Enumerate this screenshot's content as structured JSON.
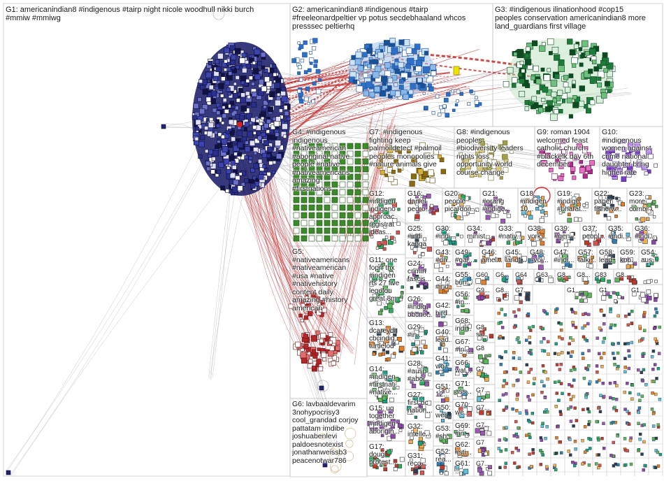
{
  "groups": [
    {
      "id": "G1",
      "text": "G1: americanindian8 #indigenous #tairp night nicole woodhull nikki burch\n#mmiw #mmiwg"
    },
    {
      "id": "G2",
      "text": "G2: americanindian8 #indigenous #tairp\n#freeleonardpeltier vp potus secdebhaaland whcos\npresssec peltierhq"
    },
    {
      "id": "G3",
      "text": "G3: #indigenous ilinationhood #cop15\npeoples conservation americanindian8 more\nland_guardians first village"
    },
    {
      "id": "G4",
      "text": "G4: #indigenous\nindigenous\n#nativeamerican\n#aboriginal native\npeople #native\n#nativeamericans\namazing\n#firstnations"
    },
    {
      "id": "G5",
      "text": "G5:\n#nativeamericans\n#nativeamerican\n#usa #native\n#nativehistory\ncontent daily\namazing #history\namerican"
    },
    {
      "id": "G6",
      "text": "G6: lavbaaldevarim\n3nohypocrisy3\ncool_grandad corjoy\npattatam imdibe\njoshuabenlevi\npaldoesnotexist\njonathanweissb3\npeacenotwar786"
    },
    {
      "id": "G7",
      "text": "G7: #indigenous\nfighting keep\npalmoildetect #palmoil\npeoples monopolies\n#nature animals give"
    },
    {
      "id": "G8",
      "text": "G8: #indigenous\npeoples\n#biodiversity leaders\nrights loss\nopportunity world\ncourse change"
    },
    {
      "id": "G9",
      "text": "G9: roman 1904\nwelcomed feast\ncatholic church\n#blackelk day 6th\ndecember"
    },
    {
      "id": "G10",
      "text": "G10:\n#indigenous\nwomen against\ncrime national\ndaughter bring\nhigher rate"
    },
    {
      "id": "G11",
      "text": "G11: one\nfoprr thx\n#indigen\nrts 27 five\nlegofou\ngreat 8m"
    },
    {
      "id": "G12",
      "text": "G12:\n#indigen\nindigeno\napproac\nregistrat\nideas..."
    },
    {
      "id": "G13",
      "text": "G13:\ndcareydi\ncbcindig\nturtlelod"
    },
    {
      "id": "G14",
      "text": "G14:\n#indigen\n#firstnati\n#native..."
    },
    {
      "id": "G15",
      "text": "G15: uq\ntogether\n#indigen\naborigin..."
    },
    {
      "id": "G16",
      "text": "G16:\ndaniel\npedro..."
    },
    {
      "id": "G17",
      "text": "G17:\ndoug\nprotest..."
    },
    {
      "id": "G20",
      "text": "G20:\npeople\npicardon..."
    },
    {
      "id": "G21",
      "text": "G21:\n#orang\n#indige..."
    },
    {
      "id": "G18",
      "text": "G18:\n#indigen\n10..."
    },
    {
      "id": "G19",
      "text": "G19:\n#indige\n#bharat..."
    },
    {
      "id": "G22",
      "text": "G22:\npaper\nfisherw..."
    },
    {
      "id": "G23",
      "text": "G23:\nmore\ncombi..."
    },
    {
      "id": "G25",
      "text": "G25:\n#indi\nkanga"
    },
    {
      "id": "G30",
      "text": "G30:\n#indi..."
    },
    {
      "id": "G34",
      "text": "G34:\nminist..."
    },
    {
      "id": "G33",
      "text": "G33:\n#nativ..."
    },
    {
      "id": "G38",
      "text": "G38:\nyork..."
    },
    {
      "id": "G39",
      "text": "G39:\n#gen..."
    },
    {
      "id": "G37",
      "text": "G37:\npeopl..."
    },
    {
      "id": "G35",
      "text": "G35:\n#indi..."
    },
    {
      "id": "G36",
      "text": "G36:\n#indi..."
    },
    {
      "id": "G24",
      "text": "G24:\ncrimin\nfascis..."
    },
    {
      "id": "G43",
      "text": "G43:\n#dn..."
    },
    {
      "id": "G49",
      "text": "G49:\n#gar..."
    },
    {
      "id": "G46",
      "text": "G46:\namel..."
    },
    {
      "id": "G45",
      "text": "G45:\nlandf..."
    },
    {
      "id": "G48",
      "text": "G48:\n#voi..."
    },
    {
      "id": "G47",
      "text": "G47:\n#indi..."
    },
    {
      "id": "G57",
      "text": "G57:\ntalki..."
    },
    {
      "id": "G58",
      "text": "G58:\nlead..."
    },
    {
      "id": "G59",
      "text": "G59:\nkob..."
    },
    {
      "id": "G54",
      "text": "G54:\naus..."
    },
    {
      "id": "G26",
      "text": "G26:\n#indig\nbbcne..."
    },
    {
      "id": "G44",
      "text": "G44:\n#ind..."
    },
    {
      "id": "G55",
      "text": "G55:\nbun..."
    },
    {
      "id": "G60",
      "text": "G60"
    },
    {
      "id": "G6x",
      "text": "G6..."
    },
    {
      "id": "G64",
      "text": "G64"
    },
    {
      "id": "G63",
      "text": "G63"
    },
    {
      "id": "G8a",
      "text": "G8..."
    },
    {
      "id": "G8b",
      "text": "G8..."
    },
    {
      "id": "G83",
      "text": "G83"
    },
    {
      "id": "G8c",
      "text": "G8..."
    },
    {
      "id": "G42",
      "text": "G42:\nbird..."
    },
    {
      "id": "G56",
      "text": "G56:\n#in..."
    },
    {
      "id": "G9a",
      "text": "G9..."
    },
    {
      "id": "G8d",
      "text": "G8..."
    },
    {
      "id": "G7a",
      "text": "G7..."
    },
    {
      "id": "G1a",
      "text": "G1..."
    },
    {
      "id": "G1b",
      "text": "G1..."
    },
    {
      "id": "G1c",
      "text": "G1..."
    },
    {
      "id": "G29",
      "text": "G29:\n#in..."
    },
    {
      "id": "G68",
      "text": "G68:\nindi..."
    },
    {
      "id": "G40",
      "text": "G40:\nlead..."
    },
    {
      "id": "G67",
      "text": "G67:\n#in..."
    },
    {
      "id": "G8e",
      "text": "G8\nsa..."
    },
    {
      "id": "G28",
      "text": "G28:\n#ausp\n#abor..."
    },
    {
      "id": "G41",
      "text": "G41:\nwo..."
    },
    {
      "id": "G66",
      "text": "G66:\nwat..."
    },
    {
      "id": "G51",
      "text": "G51:\n12..."
    },
    {
      "id": "G71",
      "text": "G71:\nass..."
    },
    {
      "id": "G27",
      "text": "G27:\nfirst bc\nnation..."
    },
    {
      "id": "G50",
      "text": "G50:\nwer..."
    },
    {
      "id": "G70",
      "text": "G70:\nwe..."
    },
    {
      "id": "G32",
      "text": "G32:\nintelle..."
    },
    {
      "id": "G53",
      "text": "G53:\n#sh..."
    },
    {
      "id": "G69",
      "text": "G69:\n#in..."
    },
    {
      "id": "G31",
      "text": "G31:\nreco..."
    },
    {
      "id": "G52",
      "text": "G52:\nrea..."
    },
    {
      "id": "G62",
      "text": "G62:\n#sti..."
    },
    {
      "id": "G61",
      "text": "G61:\n..."
    },
    {
      "id": "G7b",
      "text": "G7"
    },
    {
      "id": "G7c",
      "text": "G7..."
    },
    {
      "id": "G7d",
      "text": "G7..."
    },
    {
      "id": "G7e",
      "text": "G7..."
    },
    {
      "id": "G8f",
      "text": "G8"
    },
    {
      "id": "G7f",
      "text": "G7"
    },
    {
      "id": "G7g",
      "text": "G7..."
    }
  ],
  "colors": {
    "g1": "#1c1f6b",
    "g2": "#2e6fc7",
    "g3": "#1d7a3a",
    "g4": "#3c8a2a",
    "g5": "#b3262a",
    "edge_red": "#c22a2a",
    "edge_gray": "#9a9aa6",
    "box": "#c8c8c8"
  }
}
